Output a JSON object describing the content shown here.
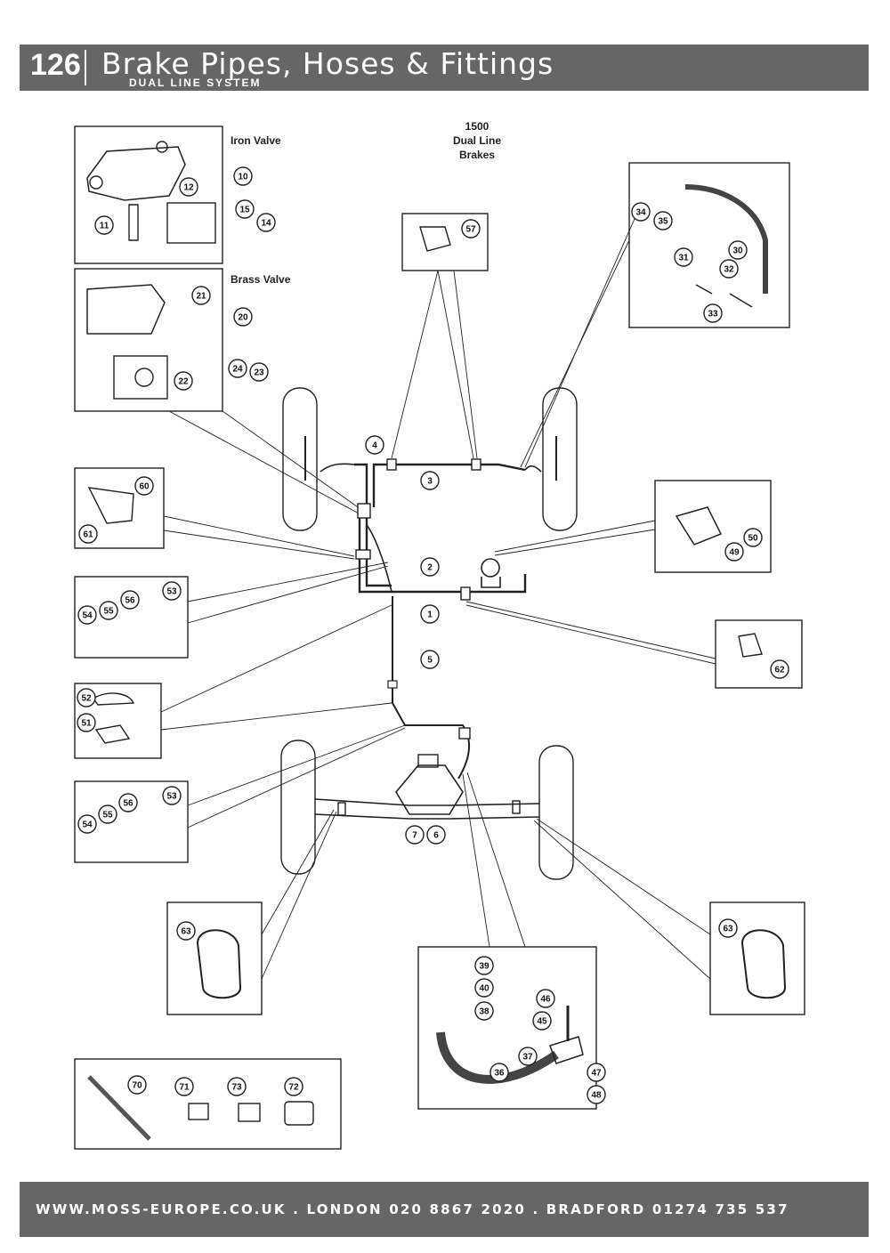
{
  "header": {
    "page_number": "126",
    "title": "Brake Pipes, Hoses & Fittings",
    "subtitle": "DUAL LINE SYSTEM"
  },
  "footer": {
    "text": "WWW.MOSS-EUROPE.CO.UK . LONDON 020 8867 2020 . BRADFORD 01274 735 537"
  },
  "labels": {
    "iron_valve": "Iron Valve",
    "brass_valve": "Brass Valve",
    "system_line1": "1500",
    "system_line2": "Dual Line",
    "system_line3": "Brakes"
  },
  "callouts": {
    "c1": "1",
    "c2": "2",
    "c3": "3",
    "c4": "4",
    "c5": "5",
    "c6": "6",
    "c7": "7",
    "c10": "10",
    "c11": "11",
    "c12": "12",
    "c14": "14",
    "c15": "15",
    "c20": "20",
    "c21": "21",
    "c22": "22",
    "c23": "23",
    "c24": "24",
    "c30": "30",
    "c31": "31",
    "c32": "32",
    "c33": "33",
    "c34": "34",
    "c35": "35",
    "c36": "36",
    "c37": "37",
    "c38": "38",
    "c39": "39",
    "c40": "40",
    "c45": "45",
    "c46": "46",
    "c47": "47",
    "c48": "48",
    "c49": "49",
    "c50": "50",
    "c51": "51",
    "c52": "52",
    "c53": "53",
    "c53b": "53",
    "c54": "54",
    "c54b": "54",
    "c55": "55",
    "c55b": "55",
    "c56": "56",
    "c56b": "56",
    "c57": "57",
    "c60": "60",
    "c61": "61",
    "c62": "62",
    "c63": "63",
    "c63b": "63",
    "c70": "70",
    "c71": "71",
    "c72": "72",
    "c73": "73"
  }
}
